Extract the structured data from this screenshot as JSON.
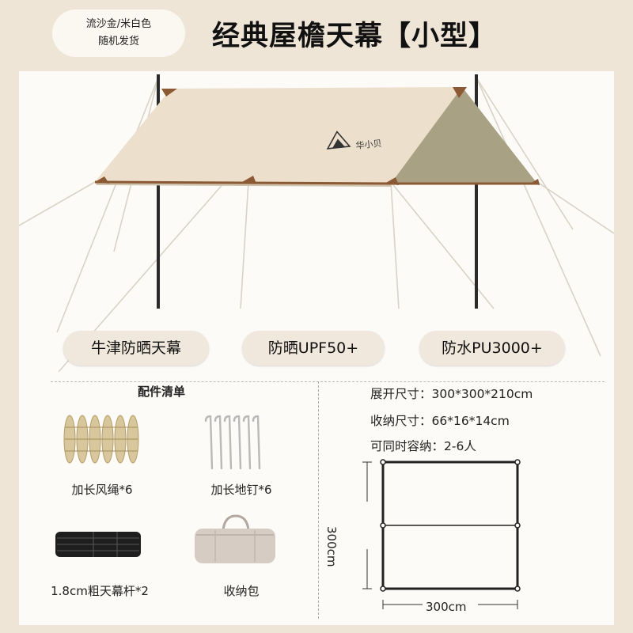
{
  "color_tag": {
    "line1": "流沙金/米白色",
    "line2": "随机发货"
  },
  "title": "经典屋檐天幕【小型】",
  "brand_mark": "华小贝",
  "features": [
    "牛津防晒天幕",
    "防晒UPF50+",
    "防水PU3000+"
  ],
  "accessories": {
    "heading": "配件清单",
    "items": [
      {
        "label": "加长风绳*6",
        "icon": "rope-icon"
      },
      {
        "label": "加长地钉*6",
        "icon": "stake-icon"
      },
      {
        "label": "1.8cm粗天幕杆*2",
        "icon": "pole-icon"
      },
      {
        "label": "收纳包",
        "icon": "bag-icon"
      }
    ]
  },
  "specs": [
    {
      "label": "展开尺寸：",
      "value": "300*300*210cm"
    },
    {
      "label": "收纳尺寸：",
      "value": "66*16*14cm"
    },
    {
      "label": "可同时容纳：",
      "value": "2-6人"
    }
  ],
  "dimensions": {
    "width": "300cm",
    "height": "300cm"
  },
  "colors": {
    "background": "#efe5d6",
    "panel": "#fdfbf8",
    "tarp_cream": "#ece0cd",
    "tarp_khaki": "#a9a184",
    "trim_brown": "#8b5a34"
  }
}
